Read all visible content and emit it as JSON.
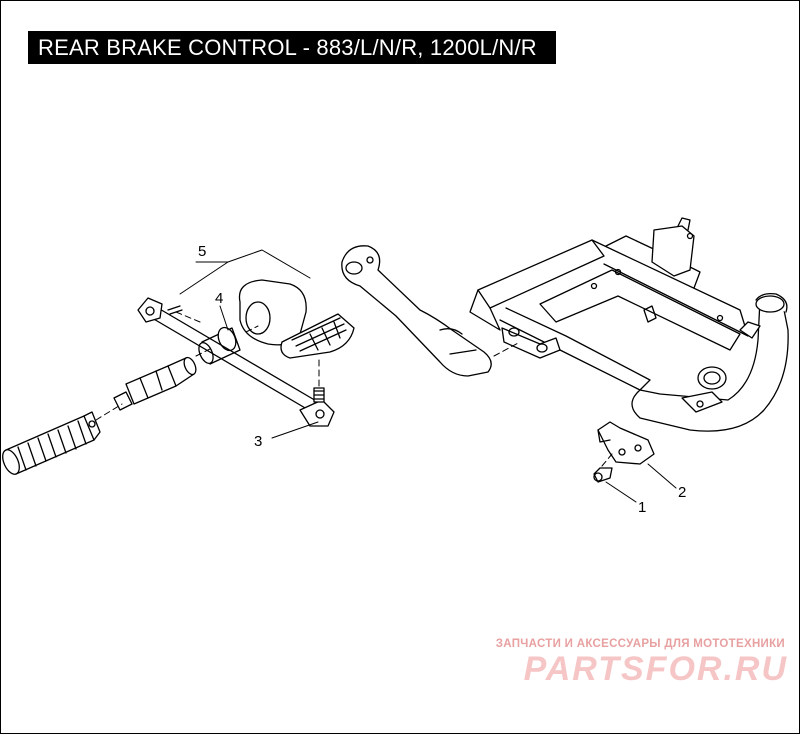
{
  "header": {
    "title": "REAR BRAKE CONTROL - 883/L/N/R, 1200L/N/R"
  },
  "callouts": [
    {
      "id": "1",
      "label": "1"
    },
    {
      "id": "2",
      "label": "2"
    },
    {
      "id": "3",
      "label": "3"
    },
    {
      "id": "4",
      "label": "4"
    },
    {
      "id": "5",
      "label": "5"
    }
  ],
  "watermark": {
    "tagline": "ЗАПЧАСТИ И АКСЕССУАРЫ ДЛЯ МОТОТЕХНИКИ",
    "brand": "PARTSFOR.RU",
    "color": "#f0a8a8"
  },
  "colors": {
    "line": "#000000",
    "background": "#ffffff",
    "title_bg": "#000000",
    "title_text": "#ffffff"
  }
}
